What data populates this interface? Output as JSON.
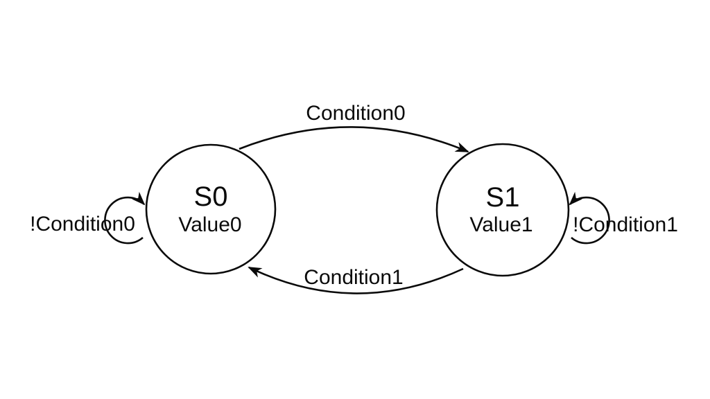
{
  "diagram": {
    "type": "state-machine",
    "colors": {
      "background": "#ffffff",
      "stroke": "#0a0a0a",
      "text": "#0a0a0a"
    },
    "states": [
      {
        "id": "S0",
        "name": "S0",
        "value": "Value0"
      },
      {
        "id": "S1",
        "name": "S1",
        "value": "Value1"
      }
    ],
    "transitions": [
      {
        "from": "S0",
        "to": "S1",
        "label": "Condition0"
      },
      {
        "from": "S1",
        "to": "S0",
        "label": "Condition1"
      },
      {
        "from": "S0",
        "to": "S0",
        "label": "!Condition0"
      },
      {
        "from": "S1",
        "to": "S1",
        "label": "!Condition1"
      }
    ]
  }
}
